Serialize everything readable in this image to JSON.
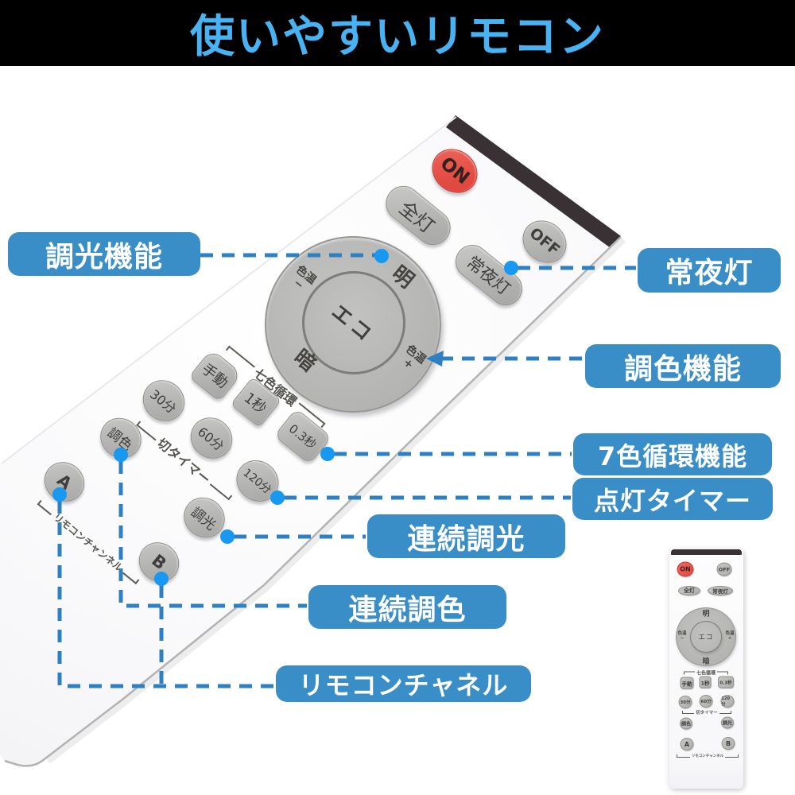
{
  "title": "使いやすいリモコン",
  "colors": {
    "banner_bg": "#000000",
    "title_text": "#49b2f2",
    "callout_bg": "#3a8ec8",
    "callout_text": "#ffffff",
    "leader_line": "#2e80c2",
    "leader_dot": "#1898f0",
    "power_red": "#e8534b",
    "button_gray": "#b9b9b7",
    "remote_body": "#fafafb",
    "ir_band": "#3a3134"
  },
  "callouts": [
    {
      "label": "調光機能"
    },
    {
      "label": "常夜灯"
    },
    {
      "label": "調色機能"
    },
    {
      "label": "7色循環機能"
    },
    {
      "label": "点灯タイマー"
    },
    {
      "label": "連続調光"
    },
    {
      "label": "連続調色"
    },
    {
      "label": "リモコンチャネル"
    }
  ],
  "remote": {
    "buttons": {
      "on": "ON",
      "off": "OFF",
      "all_light": "全灯",
      "night_light": "常夜灯",
      "bright": "明",
      "dark": "暗",
      "eco": "エコ",
      "color_temp": "色温",
      "minus": "−",
      "plus": "+",
      "manual": "手動",
      "sec_1": "1秒",
      "sec_03": "0.3秒",
      "min_30": "30分",
      "min_60": "60分",
      "min_120": "120分",
      "tint": "調色",
      "dim": "調光",
      "ch_a": "A",
      "ch_b": "B"
    },
    "prints": {
      "cycle": "七色循環",
      "off_timer": "切タイマー",
      "channel": "リモコンチャンネル"
    }
  }
}
